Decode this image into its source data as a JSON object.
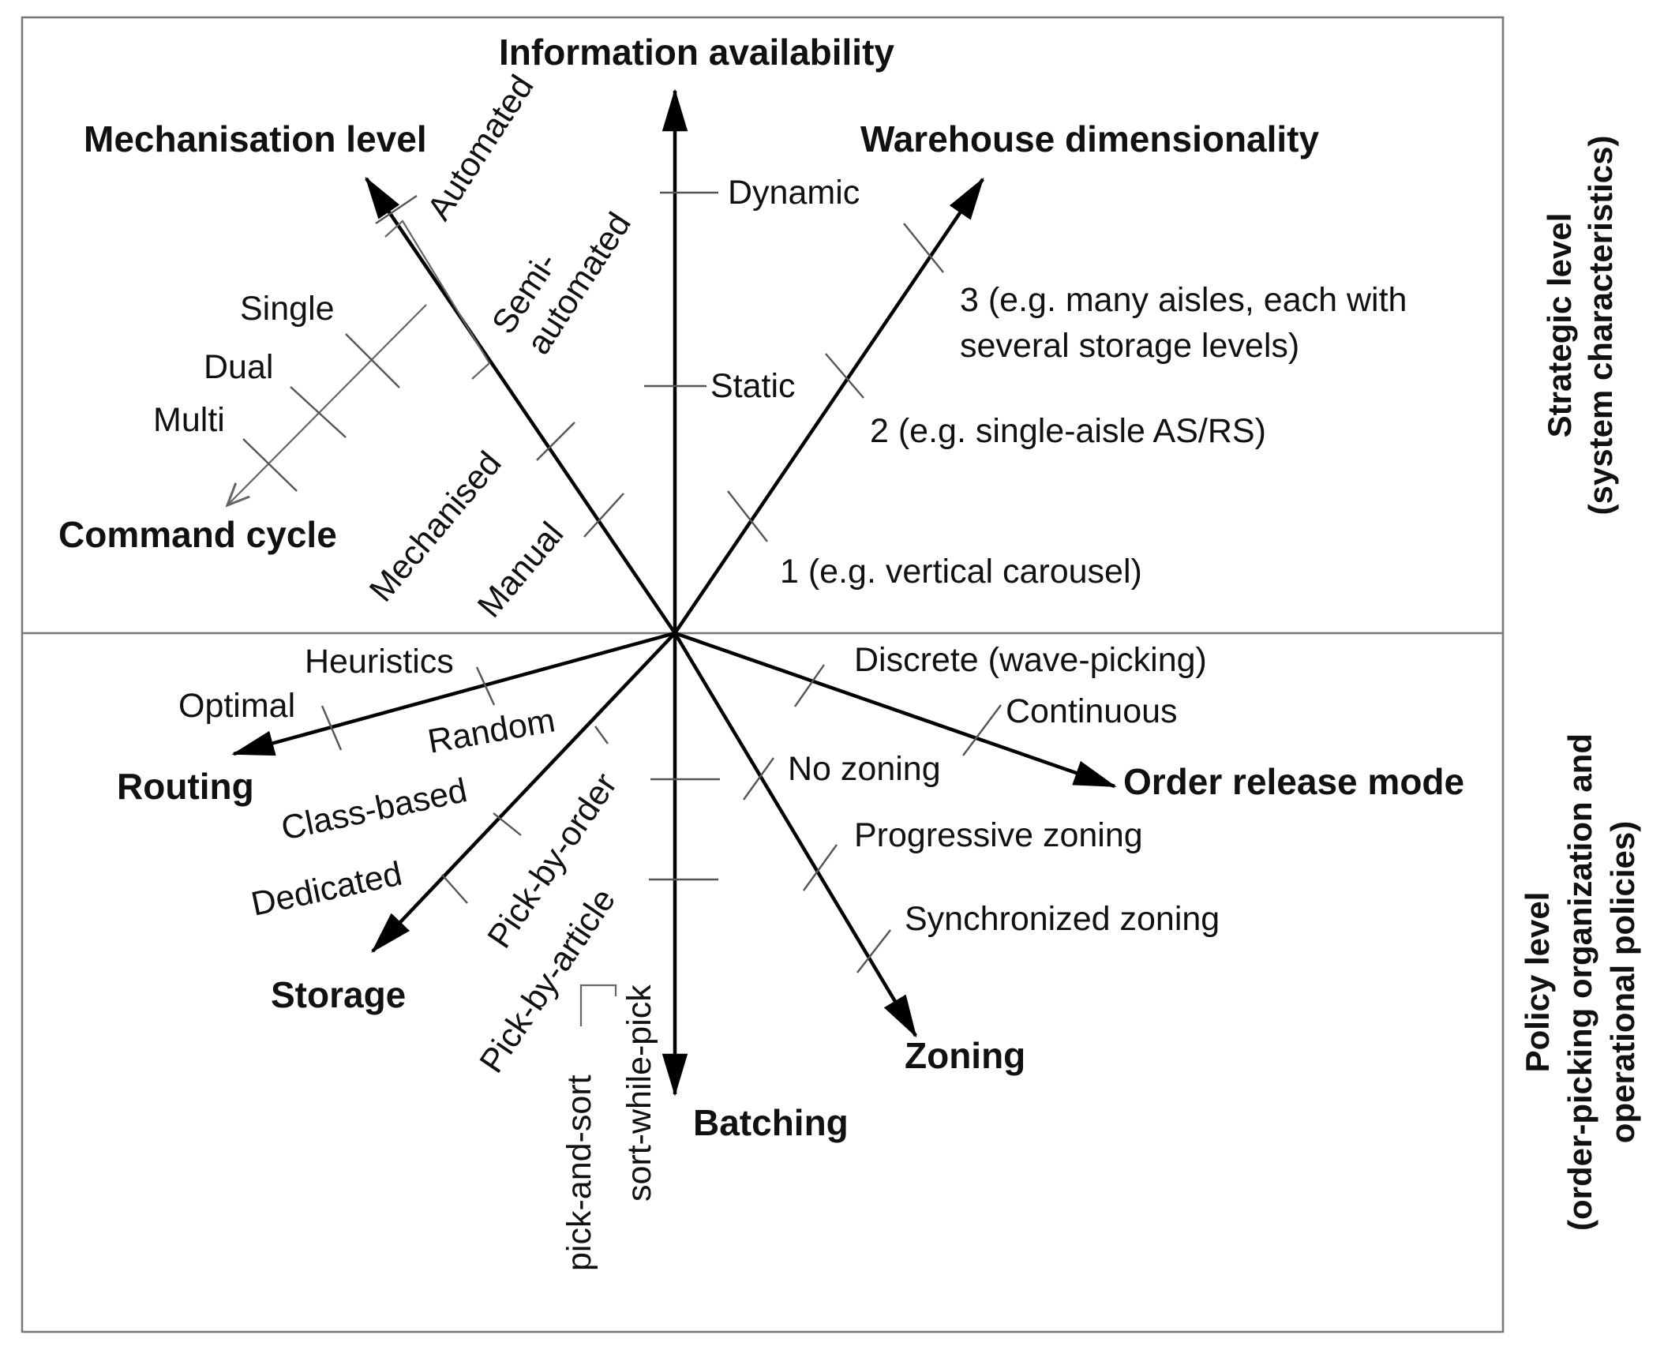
{
  "diagram": {
    "strategic_side": {
      "line1": "Strategic level",
      "line2": "(system characteristics)"
    },
    "policy_side": {
      "line1": "Policy level",
      "line2": "(order-picking organization and",
      "line3": "operational policies)"
    },
    "axes": {
      "information_availability": {
        "title": "Information availability",
        "options": [
          "Dynamic",
          "Static"
        ]
      },
      "mechanisation_level": {
        "title": "Mechanisation level",
        "options": [
          "Automated",
          "Semi-",
          "automated",
          "Mechanised",
          "Manual"
        ]
      },
      "warehouse_dimensionality": {
        "title": "Warehouse dimensionality",
        "options": [
          "3 (e.g. many aisles, each with",
          "several storage levels)",
          "2 (e.g. single-aisle AS/RS)",
          "1 (e.g. vertical carousel)"
        ]
      },
      "command_cycle": {
        "title": "Command cycle",
        "options": [
          "Single",
          "Dual",
          "Multi"
        ]
      },
      "routing": {
        "title": "Routing",
        "options": [
          "Heuristics",
          "Optimal"
        ]
      },
      "storage": {
        "title": "Storage",
        "options": [
          "Random",
          "Class-based",
          "Dedicated"
        ]
      },
      "batching": {
        "title": "Batching",
        "options": [
          "Pick-by-order",
          "Pick-by-article",
          "pick-and-sort",
          "sort-while-pick"
        ]
      },
      "order_release_mode": {
        "title": "Order release mode",
        "options": [
          "Discrete (wave-picking)",
          "Continuous"
        ]
      },
      "zoning": {
        "title": "Zoning",
        "options": [
          "No zoning",
          "Progressive zoning",
          "Synchronized zoning"
        ]
      }
    }
  }
}
